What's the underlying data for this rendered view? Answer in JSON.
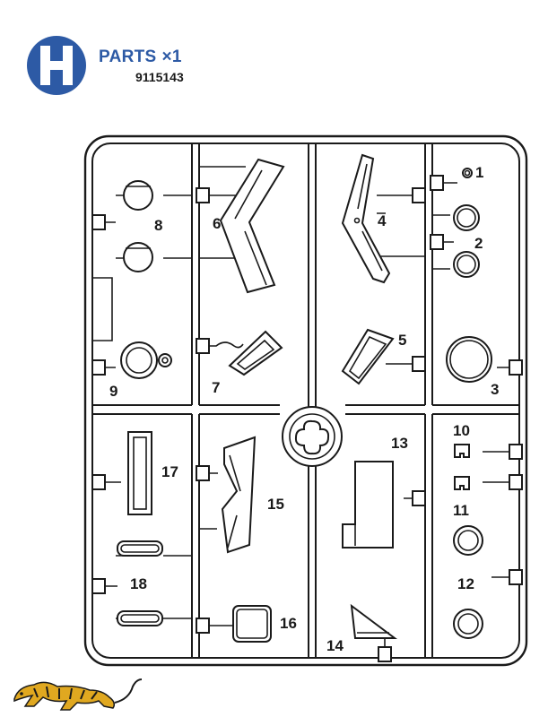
{
  "header": {
    "letter": "H",
    "title": "PARTS",
    "quantity": "×1",
    "code": "9115143"
  },
  "colors": {
    "logo": "#2d5aa5",
    "title": "#2d5aa5",
    "tiger": "#e0a820",
    "lines": "#1a1a1a"
  },
  "parts": [
    {
      "id": "1",
      "label": "1"
    },
    {
      "id": "2",
      "label": "2"
    },
    {
      "id": "3",
      "label": "3"
    },
    {
      "id": "4",
      "label": "4"
    },
    {
      "id": "5",
      "label": "5"
    },
    {
      "id": "6",
      "label": "6"
    },
    {
      "id": "7",
      "label": "7"
    },
    {
      "id": "8",
      "label": "8"
    },
    {
      "id": "9",
      "label": "9"
    },
    {
      "id": "10",
      "label": "10"
    },
    {
      "id": "11",
      "label": "11"
    },
    {
      "id": "12",
      "label": "12"
    },
    {
      "id": "13",
      "label": "13"
    },
    {
      "id": "14",
      "label": "14"
    },
    {
      "id": "15",
      "label": "15"
    },
    {
      "id": "16",
      "label": "16"
    },
    {
      "id": "17",
      "label": "17"
    },
    {
      "id": "18",
      "label": "18"
    }
  ],
  "icons": {
    "logo": "h-sprue-badge-icon",
    "tiger": "tiger-logo-icon"
  }
}
